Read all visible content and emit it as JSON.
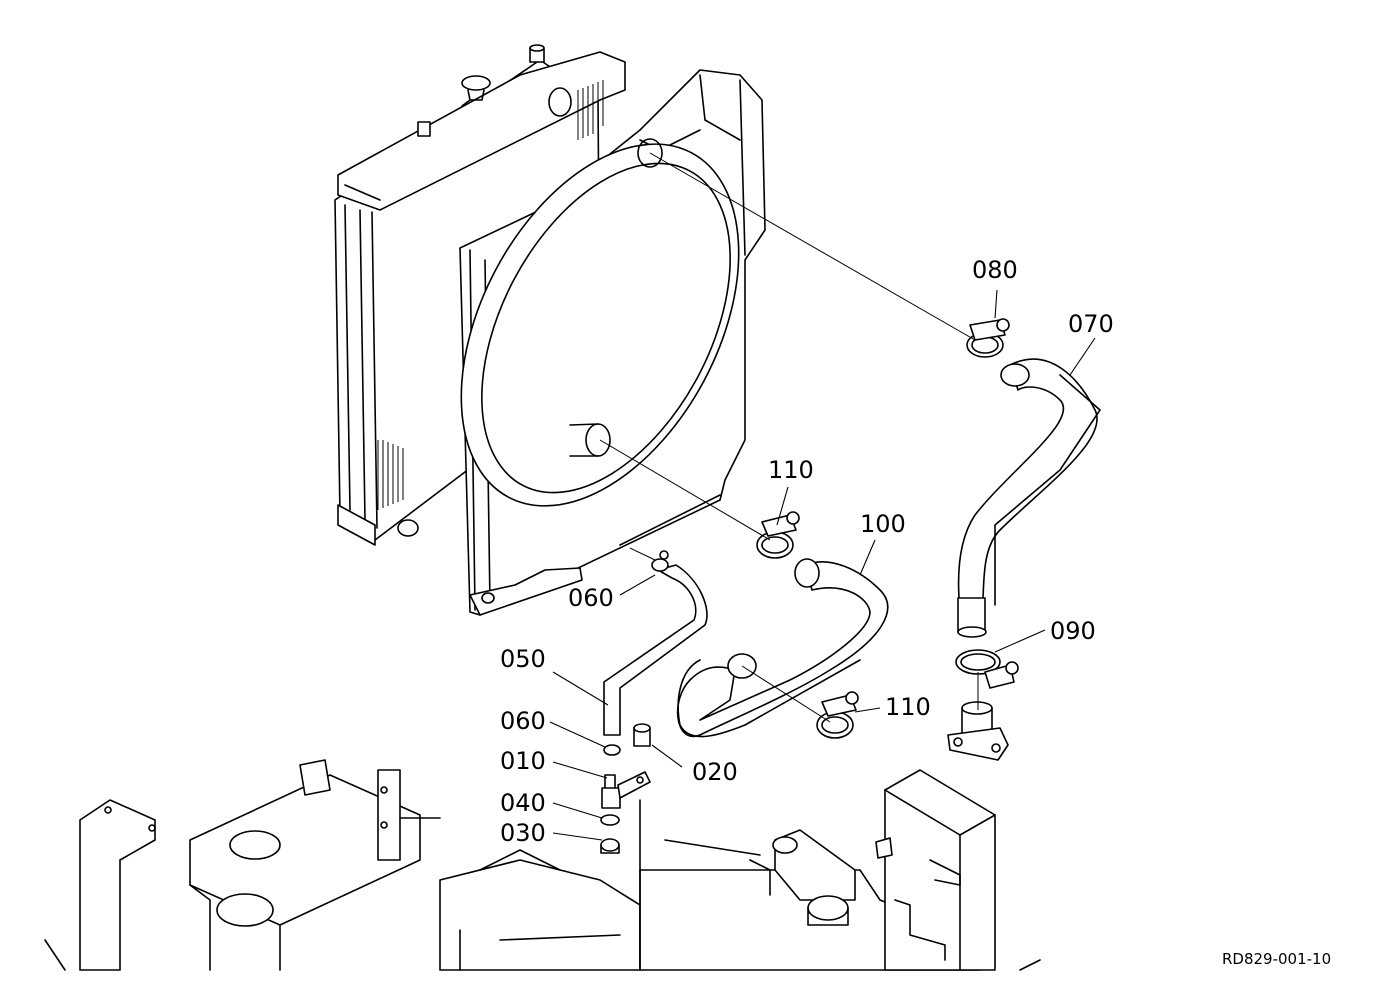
{
  "diagram": {
    "reference_code": "RD829-001-10",
    "part_labels": {
      "p010": "010",
      "p020": "020",
      "p030": "030",
      "p040": "040",
      "p050": "050",
      "p060a": "060",
      "p060b": "060",
      "p070": "070",
      "p080": "080",
      "p090": "090",
      "p100": "100",
      "p110a": "110",
      "p110b": "110"
    }
  }
}
